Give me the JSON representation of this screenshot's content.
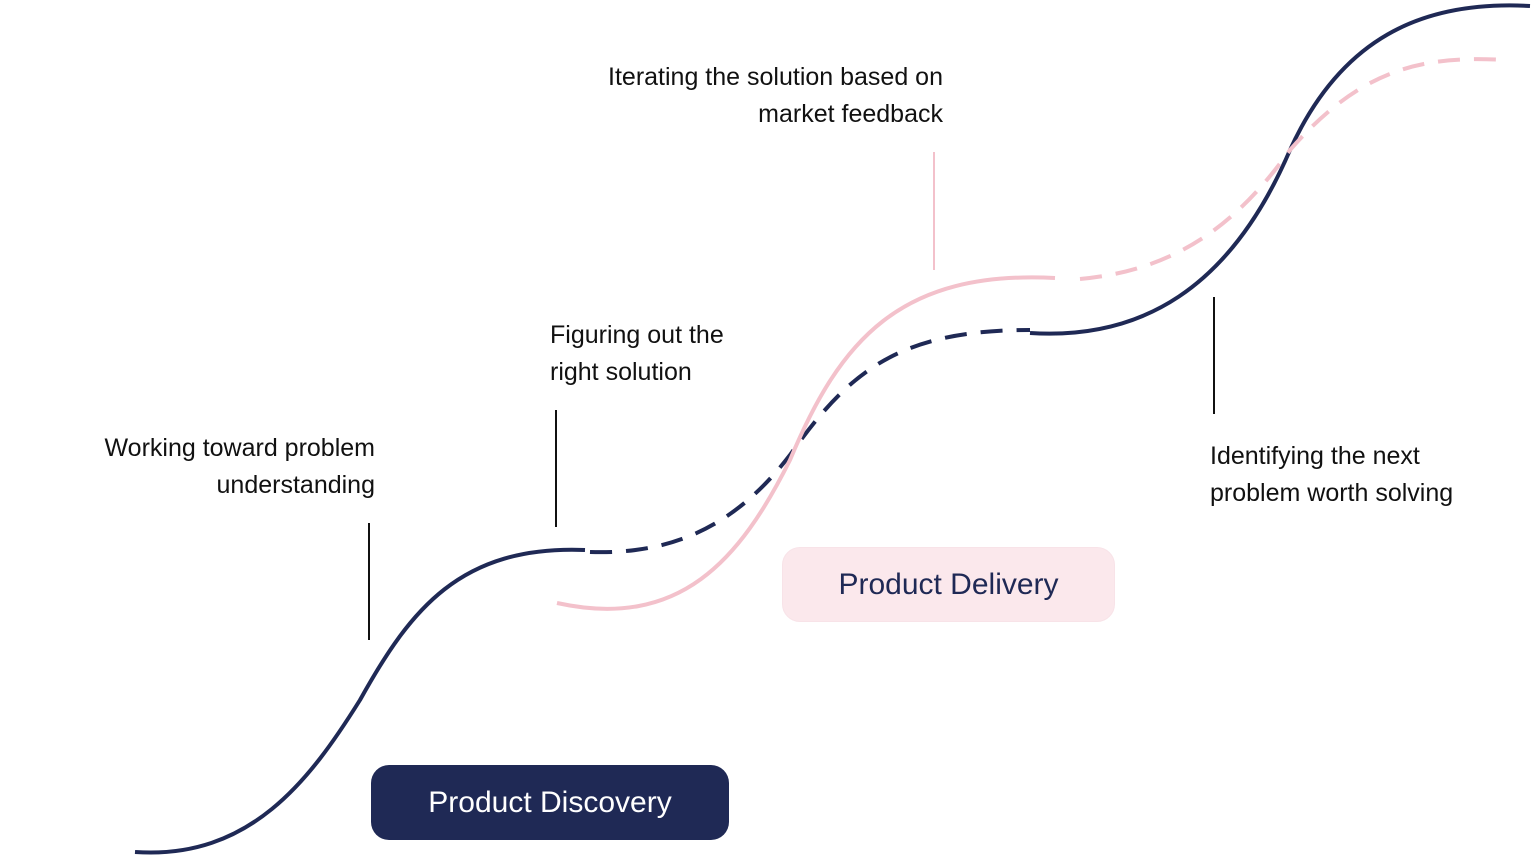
{
  "colors": {
    "navy": "#1f2955",
    "pink": "#f3c1cb",
    "pink_bg": "#fbe8ec",
    "text": "#111111"
  },
  "annotations": [
    {
      "lines": [
        "Working toward problem",
        "understanding"
      ]
    },
    {
      "lines": [
        "Figuring out the",
        "right solution"
      ]
    },
    {
      "lines": [
        "Iterating the solution based on",
        "market feedback"
      ]
    },
    {
      "lines": [
        "Identifying the next",
        "problem worth solving"
      ]
    }
  ],
  "phases": {
    "discovery": {
      "label": "Product Discovery"
    },
    "delivery": {
      "label": "Product Delivery"
    }
  }
}
